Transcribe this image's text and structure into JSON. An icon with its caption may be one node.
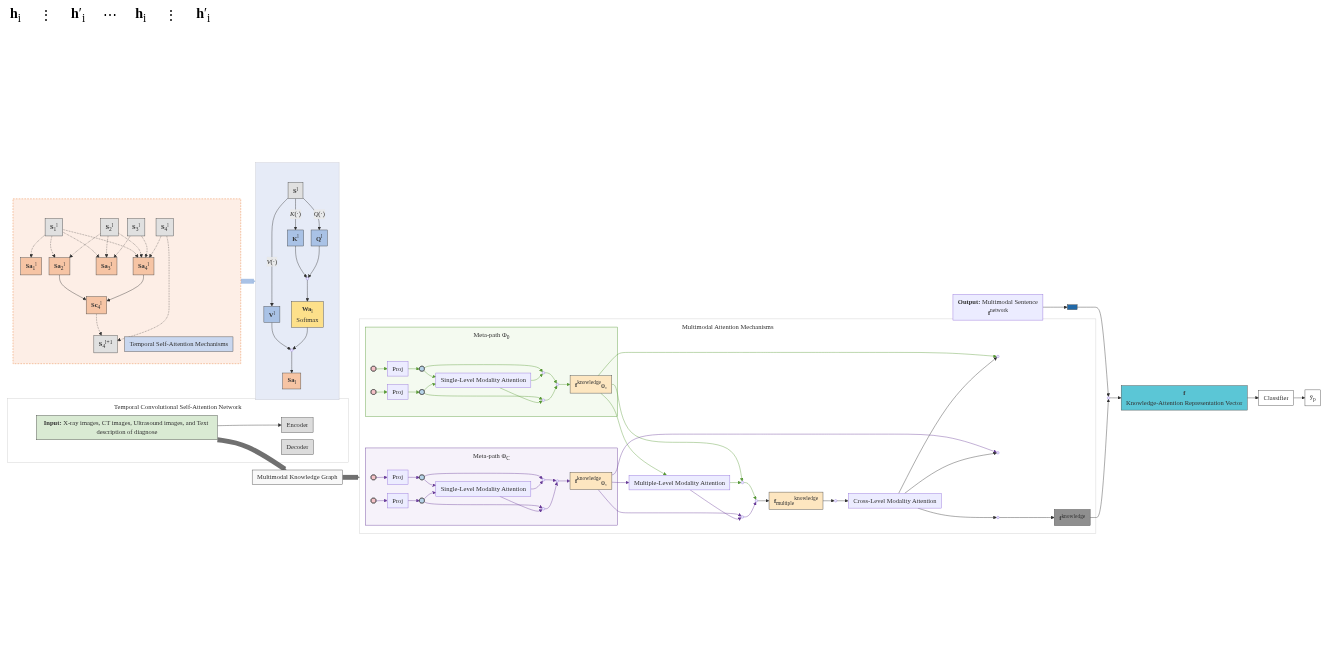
{
  "diagram": {
    "nodes": [
      {
        "text": [
          "Temporal Convolutional Self-Attention Network"
        ]
      },
      {
        "text": [
          "**Input:** X-ray images, CT images, Ultrasound images, and Text description of diagnose"
        ],
        "in": 0
      },
      {
        "text": [
          "Encoder"
        ],
        "in": 0
      },
      {
        "text": [
          "Decoder"
        ],
        "in": 0
      },
      {
        "text": [],
        "shape": "box"
      },
      {
        "text": [
          "**S**$_{1}$$^{l}$"
        ],
        "in": 4
      },
      {
        "text": [
          "**S**$_{2}$$^{l}$"
        ],
        "in": 4
      },
      {
        "text": [
          "**S**$_{3}$$^{l}$"
        ],
        "in": 4
      },
      {
        "text": [
          "**S**$_{4}$$^{l}$"
        ],
        "in": 4
      },
      {
        "text": [
          "Temporal Self-Attention Mechanisms"
        ],
        "in": 4
      },
      {
        "text": [
          "**Sa**$_{1}$$^{l}$"
        ],
        "in": 4
      },
      {
        "text": [
          "**Sa**$_{2}$$^{l}$"
        ],
        "in": 4
      },
      {
        "text": [
          "**Sa**$_{3}$$^{l}$"
        ],
        "in": 4
      },
      {
        "text": [
          "**Sa**$_{4}$$^{l}$"
        ],
        "in": 4
      },
      {
        "text": [
          "**Sc**$_{4}$$^{l}$"
        ],
        "in": 4
      },
      {
        "text": [
          "**S**$_{4}$$^{l+1}$"
        ],
        "in": 4
      },
      {
        "text": [],
        "shape": "box"
      },
      {
        "text": [
          "**S**$^{l}$"
        ],
        "in": 16
      },
      {
        "text": [
          "**V**$^{l}$"
        ],
        "in": 16
      },
      {
        "text": [
          "**K**$^{l}$"
        ],
        "in": 16
      },
      {
        "text": [
          "**Q**$^{l}$"
        ],
        "in": 16
      },
      {
        "text": [],
        "shape": "circle",
        "in": 16
      },
      {
        "text": [
          "**Wa**$_{l}$",
          "Softmax"
        ],
        "in": 16
      },
      {
        "text": [],
        "shape": "circle",
        "in": 16
      },
      {
        "text": [
          "**Sa**$_{l}$"
        ],
        "in": 16
      },
      {
        "text": [
          "**Output:** Multimodal Sentence",
          "**f**$^{network}$"
        ]
      },
      {
        "text": [],
        "shape": "bar"
      },
      {
        "text": [],
        "shape": "circle"
      },
      {
        "text": [
          "**f**",
          "Knowledge-Attention Representation Vector"
        ]
      },
      {
        "text": [
          "Classifier"
        ]
      },
      {
        "text": [
          "ŷ$_{p}$"
        ]
      },
      {
        "text": [
          "Multimodal Knowledge Graph"
        ]
      },
      {
        "text": [
          "Multimodal Attention Mechanisms"
        ]
      },
      {
        "text": [
          "Meta-path Φ$_{0}$"
        ],
        "in": 32
      },
      {
        "text": [],
        "shape": "box",
        "in": 33
      },
      {
        "text": [
          "Proj"
        ],
        "in": 33
      },
      {
        "text": [],
        "shape": "box",
        "in": 33
      },
      {
        "text": [],
        "shape": "box",
        "in": 33
      },
      {
        "text": [
          "Proj"
        ],
        "in": 33
      },
      {
        "text": [],
        "shape": "box",
        "in": 33
      },
      {
        "text": [],
        "shape": "circle",
        "in": 33
      },
      {
        "text": [
          "Single-Level Modality Attention"
        ],
        "in": 33
      },
      {
        "text": [],
        "shape": "circle",
        "in": 33
      },
      {
        "text": [],
        "shape": "circle",
        "in": 33
      },
      {
        "text": [
          "**f**$^{knowledge}$$_{Φ₀}$"
        ],
        "in": 33
      },
      {
        "text": [
          "Meta-path Φ$_{C}$"
        ],
        "in": 32
      },
      {
        "text": [],
        "shape": "box",
        "in": 45
      },
      {
        "text": [
          "Proj"
        ],
        "in": 45
      },
      {
        "text": [],
        "shape": "box",
        "in": 45
      },
      {
        "text": [],
        "shape": "box",
        "in": 45
      },
      {
        "text": [
          "Proj"
        ],
        "in": 45
      },
      {
        "text": [],
        "shape": "box",
        "in": 45
      },
      {
        "text": [],
        "shape": "circle",
        "in": 45
      },
      {
        "text": [
          "Single-Level Modality Attention"
        ],
        "in": 45
      },
      {
        "text": [],
        "shape": "circle",
        "in": 45
      },
      {
        "text": [],
        "shape": "circle",
        "in": 45
      },
      {
        "text": [
          "**f**$^{knowledge}$$_{Φ꜀}$"
        ],
        "in": 45
      },
      {
        "text": [],
        "shape": "circle",
        "in": 32
      },
      {
        "text": [
          "Multiple-Level Modality Attention"
        ],
        "in": 32
      },
      {
        "text": [],
        "shape": "circle",
        "in": 32
      },
      {
        "text": [],
        "shape": "circle",
        "in": 32
      },
      {
        "text": [
          "**f**$_{multiple}$$^{knowledge}$"
        ],
        "in": 32
      },
      {
        "text": [],
        "shape": "circle",
        "in": 32
      },
      {
        "text": [
          "Cross-Level Modality Attention"
        ],
        "in": 32
      },
      {
        "text": [],
        "shape": "circle",
        "in": 32
      },
      {
        "text": [],
        "shape": "circle",
        "in": 32
      },
      {
        "text": [],
        "shape": "circle",
        "in": 32
      },
      {
        "text": [
          "**f**$^{knowledge}$"
        ],
        "in": 32
      }
    ],
    "edges": [
      {
        "from": 1,
        "to": 2,
        "arrow": "to"
      },
      {
        "from": 5,
        "to": 10,
        "arrow": "to",
        "style": "dashed"
      },
      {
        "from": 5,
        "to": 11,
        "arrow": "to",
        "style": "dashed"
      },
      {
        "from": 5,
        "to": 12,
        "arrow": "to",
        "style": "dashed"
      },
      {
        "from": 5,
        "to": 13,
        "arrow": "to",
        "style": "dashed"
      },
      {
        "from": 6,
        "to": 11,
        "arrow": "to",
        "style": "dashed"
      },
      {
        "from": 6,
        "to": 12,
        "arrow": "to",
        "style": "dashed"
      },
      {
        "from": 6,
        "to": 13,
        "arrow": "to",
        "style": "dashed"
      },
      {
        "from": 7,
        "to": 12,
        "arrow": "to",
        "style": "dashed"
      },
      {
        "from": 7,
        "to": 13,
        "arrow": "to",
        "style": "dashed"
      },
      {
        "from": 8,
        "to": 13,
        "arrow": "to",
        "style": "dashed"
      },
      {
        "from": 11,
        "to": 14,
        "arrow": "to"
      },
      {
        "from": 13,
        "to": 14,
        "arrow": "to"
      },
      {
        "from": 14,
        "to": 15,
        "arrow": "to",
        "style": "dashed"
      },
      {
        "from": 8,
        "to": 15,
        "arrow": "to",
        "style": "dashed"
      },
      {
        "from": 4,
        "to": 16,
        "arrow": "to",
        "style": "thick",
        "color": "#a9c2e6"
      },
      {
        "from": 17,
        "to": 18,
        "arrow": "to",
        "label": "*V*(·)"
      },
      {
        "from": 17,
        "to": 19,
        "arrow": "to",
        "label": "*K*(·)"
      },
      {
        "from": 17,
        "to": 20,
        "arrow": "to",
        "label": "*Q*(·)"
      },
      {
        "from": 19,
        "to": 21,
        "arrow": "to"
      },
      {
        "from": 20,
        "to": 21,
        "arrow": "to"
      },
      {
        "from": 21,
        "to": 22,
        "arrow": "to"
      },
      {
        "from": 18,
        "to": 23,
        "arrow": "to"
      },
      {
        "from": 22,
        "to": 23,
        "arrow": "to"
      },
      {
        "from": 23,
        "to": 24,
        "arrow": "to"
      },
      {
        "from": 25,
        "to": 26,
        "arrow": "to"
      },
      {
        "from": 26,
        "to": 27,
        "arrow": "to"
      },
      {
        "from": 27,
        "to": 28,
        "arrow": "to"
      },
      {
        "from": 28,
        "to": 29,
        "arrow": "to"
      },
      {
        "from": 29,
        "to": 30,
        "arrow": "to"
      },
      {
        "from": 1,
        "to": 31,
        "arrow": "to",
        "style": "thick",
        "color": "#707070"
      },
      {
        "from": 31,
        "to": 32,
        "arrow": "to",
        "style": "thick",
        "color": "#707070"
      },
      {
        "from": 34,
        "to": 35,
        "arrow": "to",
        "color": "#5b9b3a"
      },
      {
        "from": 35,
        "to": 36,
        "arrow": "to",
        "color": "#5b9b3a"
      },
      {
        "from": 37,
        "to": 38,
        "arrow": "to",
        "color": "#5b9b3a"
      },
      {
        "from": 38,
        "to": 39,
        "arrow": "to",
        "color": "#5b9b3a"
      },
      {
        "from": 36,
        "to": 40,
        "arrow": "to",
        "color": "#5b9b3a"
      },
      {
        "from": 36,
        "to": 41,
        "arrow": "to",
        "color": "#5b9b3a"
      },
      {
        "from": 39,
        "to": 41,
        "arrow": "to",
        "color": "#5b9b3a"
      },
      {
        "from": 39,
        "to": 42,
        "arrow": "to",
        "color": "#5b9b3a"
      },
      {
        "from": 41,
        "to": 40,
        "arrow": "to",
        "color": "#5b9b3a"
      },
      {
        "from": 41,
        "to": 42,
        "arrow": "to",
        "color": "#5b9b3a"
      },
      {
        "from": 40,
        "to": 43,
        "arrow": "to",
        "color": "#5b9b3a"
      },
      {
        "from": 42,
        "to": 43,
        "arrow": "to",
        "color": "#5b9b3a"
      },
      {
        "from": 43,
        "to": 44,
        "arrow": "to",
        "color": "#5b9b3a"
      },
      {
        "from": 46,
        "to": 47,
        "arrow": "to",
        "color": "#6a3d9a"
      },
      {
        "from": 47,
        "to": 48,
        "arrow": "to",
        "color": "#6a3d9a"
      },
      {
        "from": 49,
        "to": 50,
        "arrow": "to",
        "color": "#6a3d9a"
      },
      {
        "from": 50,
        "to": 51,
        "arrow": "to",
        "color": "#6a3d9a"
      },
      {
        "from": 48,
        "to": 52,
        "arrow": "to",
        "color": "#6a3d9a"
      },
      {
        "from": 48,
        "to": 53,
        "arrow": "to",
        "color": "#6a3d9a"
      },
      {
        "from": 51,
        "to": 53,
        "arrow": "to",
        "color": "#6a3d9a"
      },
      {
        "from": 51,
        "to": 54,
        "arrow": "to",
        "color": "#6a3d9a"
      },
      {
        "from": 53,
        "to": 52,
        "arrow": "to",
        "color": "#6a3d9a"
      },
      {
        "from": 53,
        "to": 54,
        "arrow": "to",
        "color": "#6a3d9a"
      },
      {
        "from": 52,
        "to": 55,
        "arrow": "to",
        "color": "#6a3d9a"
      },
      {
        "from": 54,
        "to": 55,
        "arrow": "to",
        "color": "#6a3d9a"
      },
      {
        "from": 55,
        "to": 56,
        "arrow": "to",
        "color": "#6a3d9a"
      },
      {
        "from": 44,
        "to": 57,
        "arrow": "to",
        "color": "#5b9b3a"
      },
      {
        "from": 44,
        "to": 58,
        "arrow": "to",
        "color": "#5b9b3a"
      },
      {
        "from": 44,
        "to": 64,
        "arrow": "to",
        "color": "#5b9b3a"
      },
      {
        "from": 56,
        "to": 58,
        "arrow": "to",
        "color": "#6a3d9a"
      },
      {
        "from": 56,
        "to": 59,
        "arrow": "to",
        "color": "#6a3d9a"
      },
      {
        "from": 56,
        "to": 65,
        "arrow": "to",
        "color": "#6a3d9a"
      },
      {
        "from": 58,
        "to": 57,
        "arrow": "to",
        "color": "#5b9b3a"
      },
      {
        "from": 58,
        "to": 59,
        "arrow": "to",
        "color": "#6a3d9a"
      },
      {
        "from": 57,
        "to": 60,
        "arrow": "to",
        "color": "#5b9b3a"
      },
      {
        "from": 59,
        "to": 60,
        "arrow": "to",
        "color": "#6a3d9a"
      },
      {
        "from": 60,
        "to": 61,
        "arrow": "to"
      },
      {
        "from": 61,
        "to": 62,
        "arrow": "to"
      },
      {
        "from": 62,
        "to": 63,
        "arrow": "to"
      },
      {
        "from": 63,
        "to": 64,
        "arrow": "to"
      },
      {
        "from": 63,
        "to": 65,
        "arrow": "to"
      },
      {
        "from": 63,
        "to": 66,
        "arrow": "to"
      },
      {
        "from": 66,
        "to": 67,
        "arrow": "to"
      },
      {
        "from": 67,
        "to": 27,
        "arrow": "to"
      }
    ],
    "labels": [
      "**h**$_{i}$",
      "⋮",
      "**h**′$_{i}$",
      "⋯",
      "**h**$_{i}$",
      "⋮",
      "**h**′$_{i}$"
    ]
  }
}
